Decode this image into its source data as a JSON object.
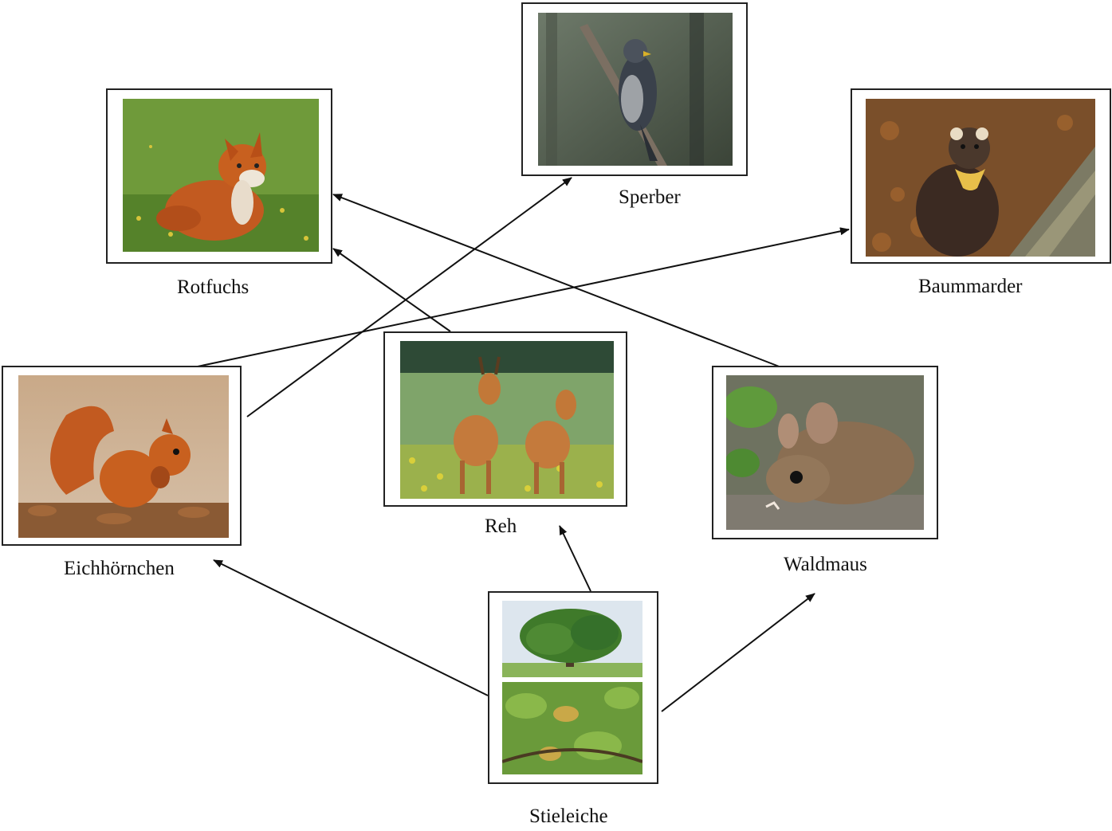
{
  "labels": {
    "sperber": "Sperber",
    "rotfuchs": "Rotfuchs",
    "baummarder": "Baummarder",
    "eichhoernchen": "Eichhörnchen",
    "reh": "Reh",
    "waldmaus": "Waldmaus",
    "stieleiche": "Stieleiche"
  },
  "arrows": [
    {
      "from": "Stieleiche",
      "to": "Eichhörnchen"
    },
    {
      "from": "Stieleiche",
      "to": "Reh"
    },
    {
      "from": "Stieleiche",
      "to": "Waldmaus"
    },
    {
      "from": "Eichhörnchen",
      "to": "Sperber"
    },
    {
      "from": "Eichhörnchen",
      "to": "Baummarder"
    },
    {
      "from": "Reh",
      "to": "Rotfuchs"
    },
    {
      "from": "Waldmaus",
      "to": "Rotfuchs"
    }
  ],
  "colors": {
    "arrow": "#111111",
    "frame": "#222222"
  },
  "icons": {
    "sperber": "sparrowhawk-photo",
    "rotfuchs": "fox-photo",
    "baummarder": "pine-marten-photo",
    "eichhoernchen": "squirrel-photo",
    "reh": "roe-deer-photo",
    "waldmaus": "wood-mouse-photo",
    "stieleiche": "oak-photo"
  }
}
